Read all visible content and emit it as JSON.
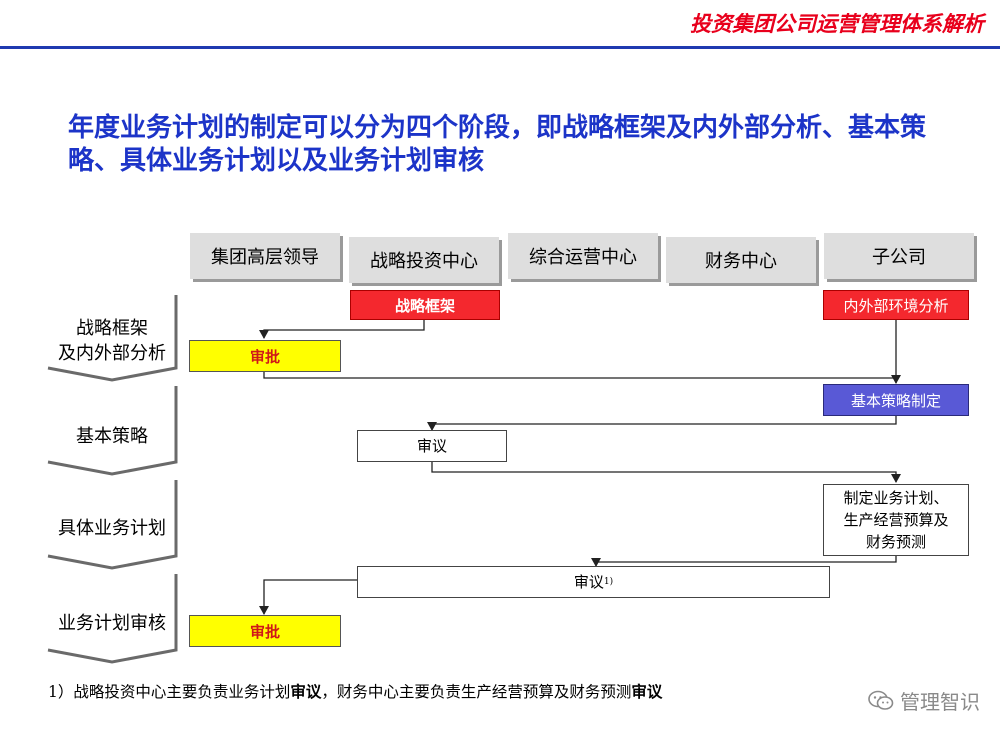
{
  "header": {
    "title": "投资集团公司运营管理体系解析"
  },
  "main_title": "年度业务计划的制定可以分为四个阶段，即战略框架及内外部分析、基本策略、具体业务计划以及业务计划审核",
  "columns": [
    "集团高层领导",
    "战略投资中心",
    "综合运营中心",
    "财务中心",
    "子公司"
  ],
  "phases": [
    {
      "line1": "战略框架",
      "line2": "及内外部分析"
    },
    {
      "line1": "基本策略",
      "line2": ""
    },
    {
      "line1": "具体业务计划",
      "line2": ""
    },
    {
      "line1": "业务计划审核",
      "line2": ""
    }
  ],
  "boxes": {
    "strategy_framework": "战略框架",
    "env_analysis": "内外部环境分析",
    "approve_1": "审批",
    "basic_strategy": "基本策略制定",
    "review_1": "审议",
    "plan_line1": "制定业务计划、",
    "plan_line2": "生产经营预算及",
    "plan_line3": "财务预测",
    "review_2": "审议",
    "review_2_sup": "1)",
    "approve_2": "审批"
  },
  "footnote": {
    "prefix": "1）战略投资中心主要负责业务计划",
    "bold1": "审议",
    "middle": "，财务中心主要负责生产经营预算及财务预测",
    "bold2": "审议"
  },
  "watermark": {
    "text": "管理智识",
    "icon": "wechat-icon"
  },
  "colors": {
    "accent_blue": "#1c34c8",
    "header_red": "#e8001c",
    "red_box": "#f4282e",
    "yellow_box": "#ffff00",
    "blue_box": "#5959d6"
  }
}
